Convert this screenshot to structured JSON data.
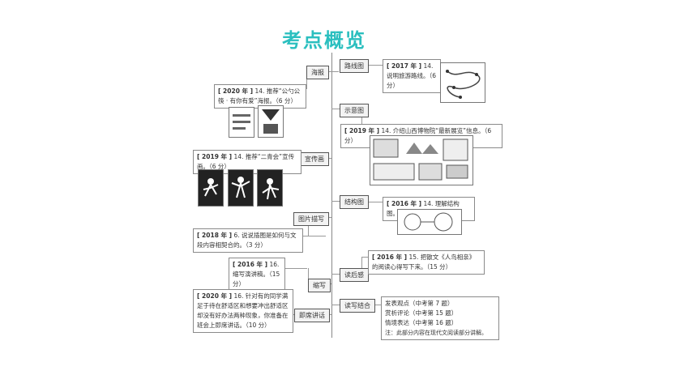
{
  "title": "考点概览",
  "nodes_left": {
    "poster": "海报",
    "promo": "宣传画",
    "picture": "图片描写",
    "abridge": "缩写",
    "speech": "即席讲话"
  },
  "nodes_right": {
    "route": "路线图",
    "schematic": "示意图",
    "structure": "结构图",
    "reading": "读后感",
    "readwrite": "读写结合"
  },
  "cards": {
    "route_2017": {
      "year": "2017 年",
      "text": "14. 说明旅游路线。（6 分）"
    },
    "schematic_2019": {
      "year": "2019 年",
      "text": "14. 介绍山西博物院“最新展览”信息。（6 分）"
    },
    "structure_2016": {
      "year": "2016 年",
      "text": "14. 理解结构图。"
    },
    "reading_2016": {
      "year": "2016 年",
      "text": "15. 把散文《人鸟相亲》的阅读心得写下来。（15 分）"
    },
    "poster_2020": {
      "year": "2020 年",
      "text": "14. 推荐“公勺公筷 · 有你有爱”海报。（6 分）"
    },
    "promo_2019": {
      "year": "2019 年",
      "text": "14. 推荐“二青会”宣传画。（6 分）"
    },
    "picture_2018": {
      "year": "2018 年",
      "text": "6. 说说插图是如何与文段内容相契合的。（3 分）"
    },
    "abridge_2016": {
      "year": "2016 年",
      "text": "16. 缩写演讲稿。（15 分）"
    },
    "speech_2020": {
      "year": "2020 年",
      "text": "16. 针对有的同学满足于待在舒适区和想要冲出舒适区却没有好办法两种现象，你准备在班会上即席讲话。（10 分）"
    }
  },
  "readwrite_box": {
    "lines": [
      "发表观点（中考第 7 题）",
      "赏析评论（中考第 15 题）",
      "情境表达（中考第 16 题）"
    ],
    "note": "注：此部分内容在现代文阅读部分讲解。"
  }
}
